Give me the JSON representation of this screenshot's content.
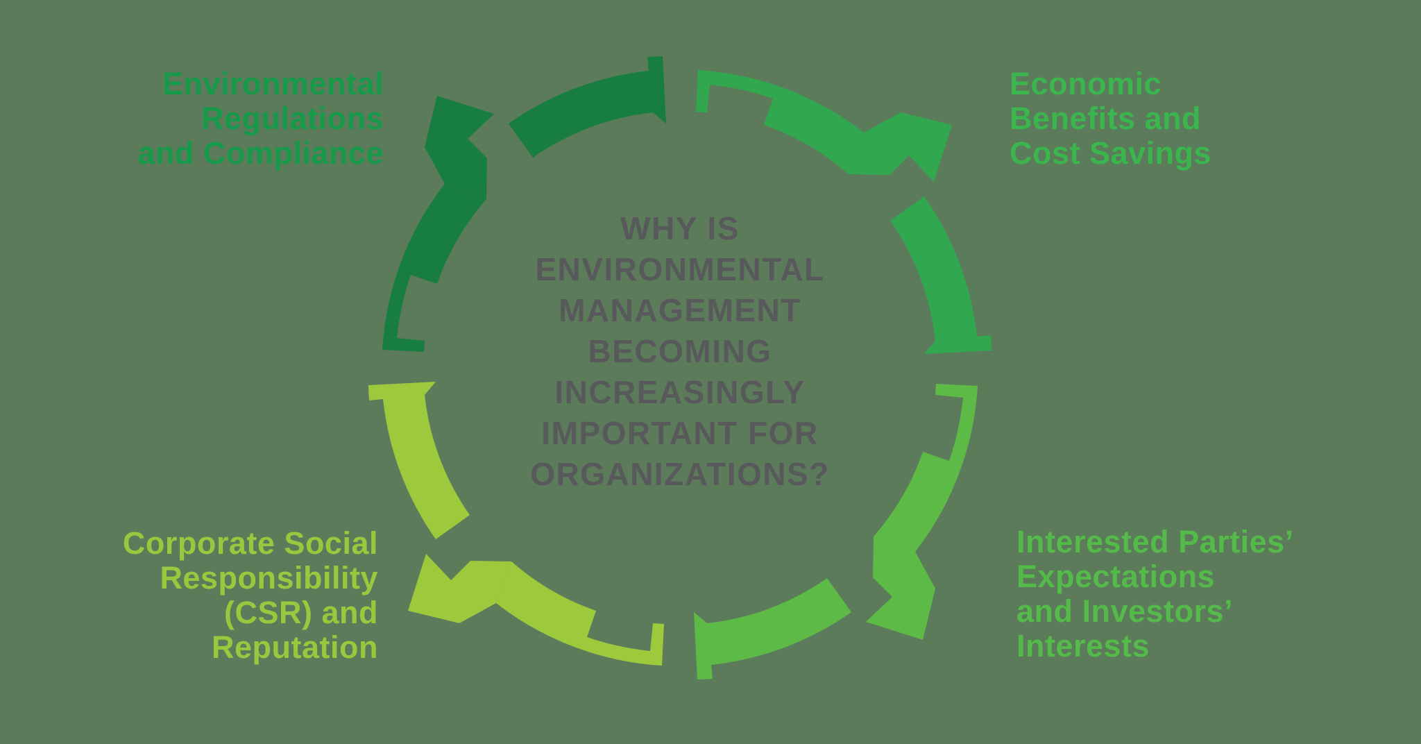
{
  "diagram": {
    "background_color": "#5b7b5b",
    "center_question": {
      "lines": [
        "WHY IS",
        "ENVIRONMENTAL",
        "MANAGEMENT",
        "BECOMING",
        "INCREASINGLY",
        "IMPORTANT FOR",
        "ORGANIZATIONS?"
      ],
      "text_color": "#58595b"
    },
    "cycle_direction": "clockwise",
    "factors": [
      {
        "id": "environmental-regulations",
        "position": "top-left",
        "lines": [
          "Environmental",
          "Regulations",
          "and Compliance"
        ],
        "label_color": "#169a4a",
        "arrow_color": "#177e3f"
      },
      {
        "id": "economic-benefits",
        "position": "top-right",
        "lines": [
          "Economic",
          "Benefits and",
          "Cost Savings"
        ],
        "label_color": "#3bb54e",
        "arrow_color": "#31a84f"
      },
      {
        "id": "interested-parties",
        "position": "bottom-right",
        "lines": [
          "Interested Parties’",
          "Expectations",
          "and Investors’",
          "Interests"
        ],
        "label_color": "#54ba49",
        "arrow_color": "#5eba47"
      },
      {
        "id": "csr-reputation",
        "position": "bottom-left",
        "lines": [
          "Corporate Social",
          "Responsibility",
          "(CSR) and",
          "Reputation"
        ],
        "label_color": "#97c83e",
        "arrow_color": "#9cca3c"
      }
    ]
  }
}
